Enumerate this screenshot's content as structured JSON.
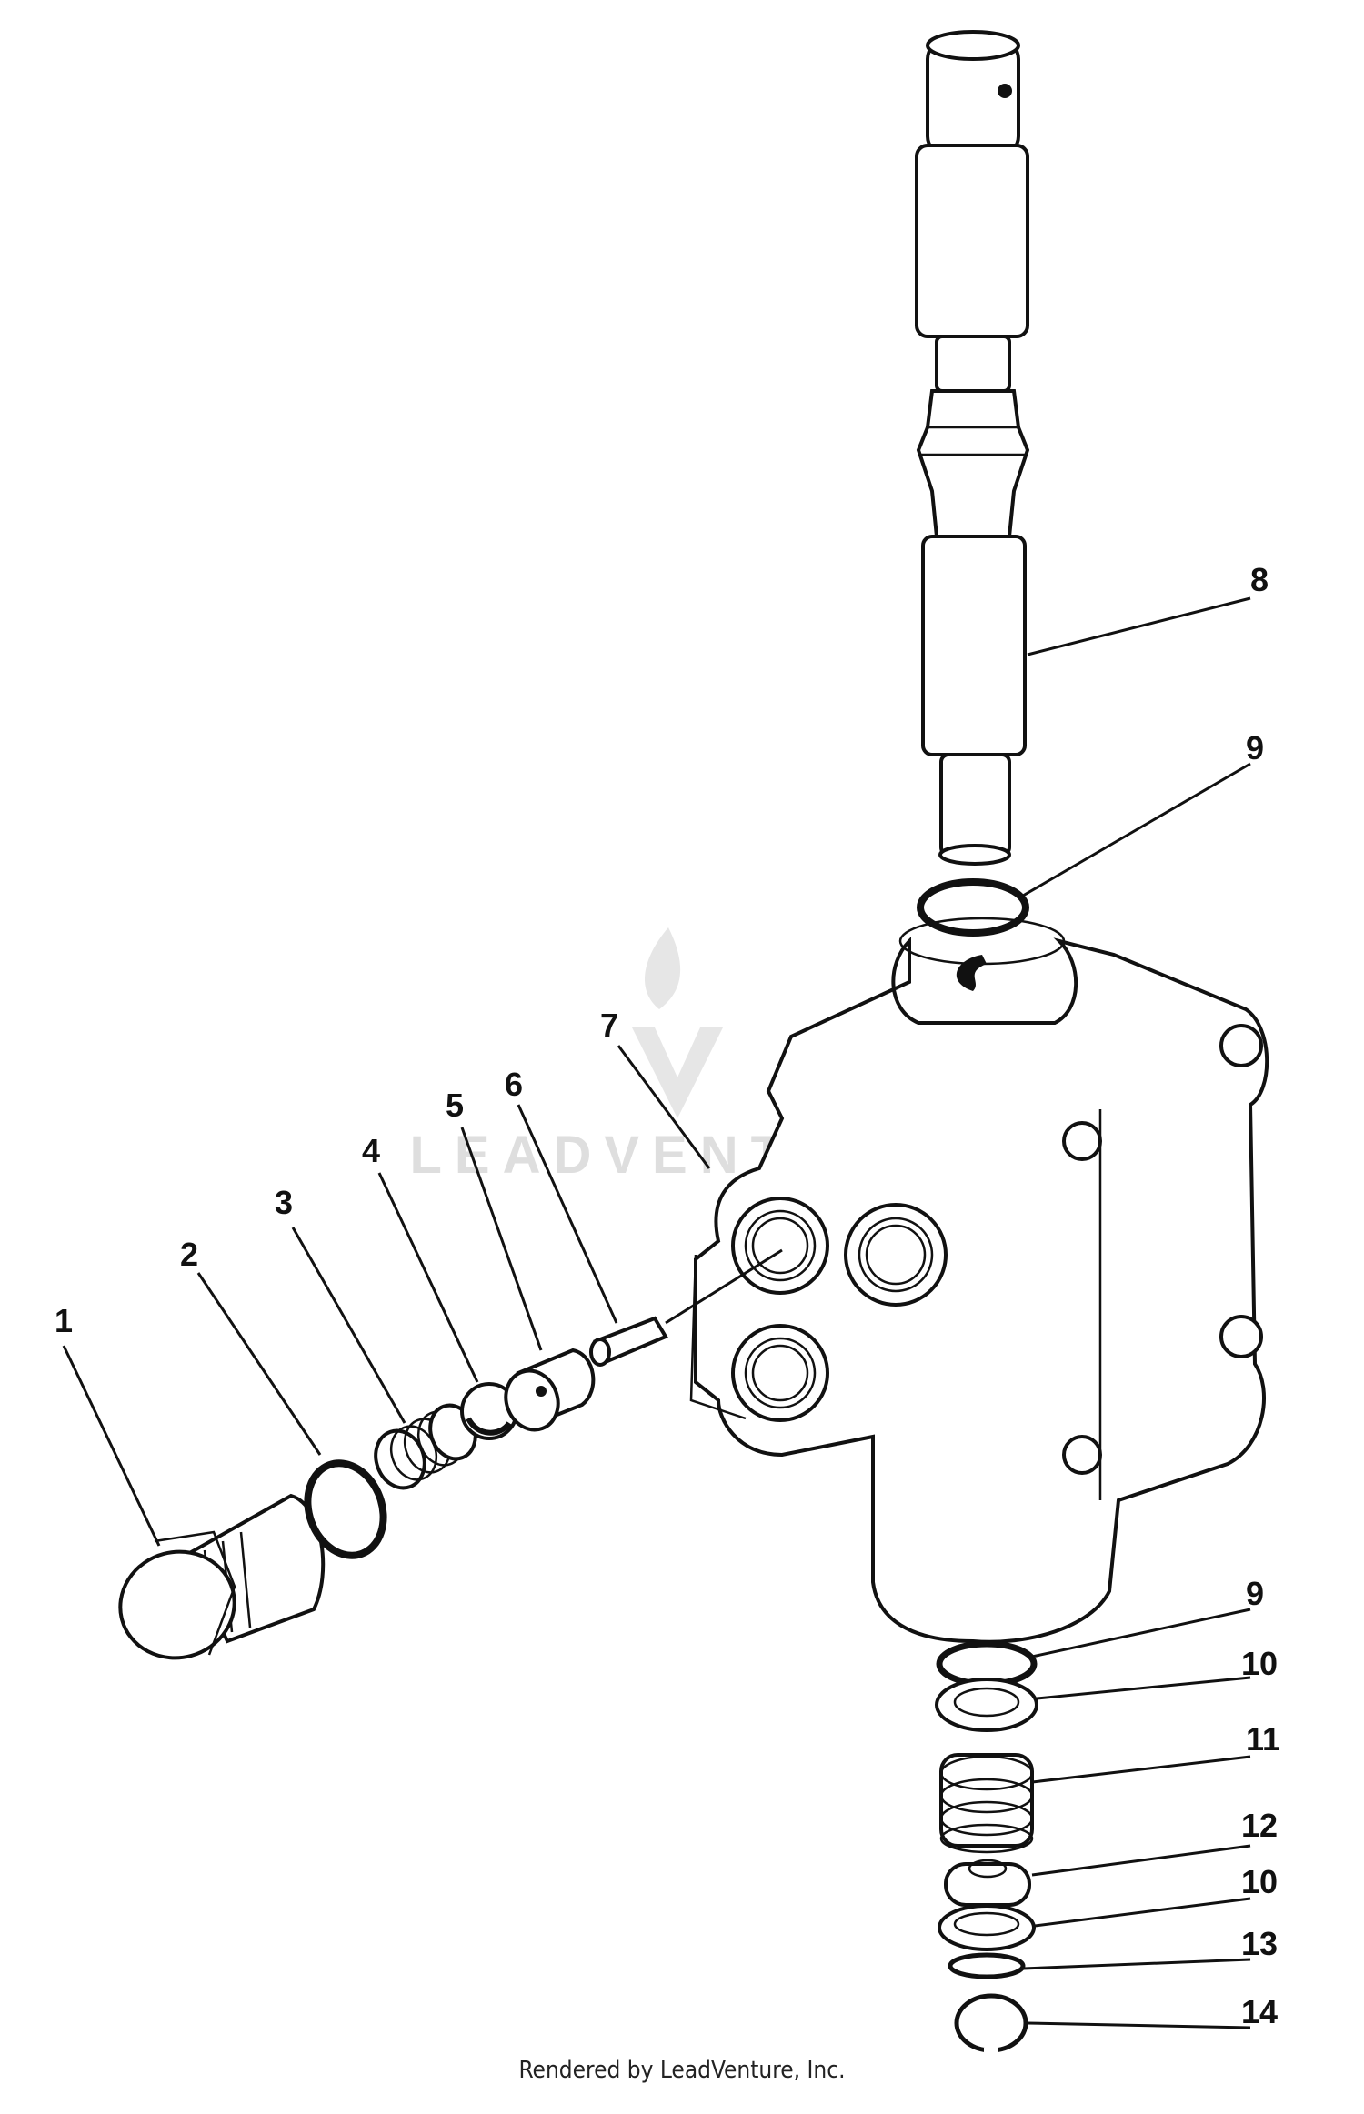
{
  "watermark": {
    "text": "LEADVENTURE"
  },
  "footer": {
    "text": "Rendered by LeadVenture, Inc."
  },
  "callouts": [
    {
      "id": "c1",
      "label": "1"
    },
    {
      "id": "c2",
      "label": "2"
    },
    {
      "id": "c3",
      "label": "3"
    },
    {
      "id": "c4",
      "label": "4"
    },
    {
      "id": "c5",
      "label": "5"
    },
    {
      "id": "c6",
      "label": "6"
    },
    {
      "id": "c7",
      "label": "7"
    },
    {
      "id": "c8",
      "label": "8"
    },
    {
      "id": "c9a",
      "label": "9"
    },
    {
      "id": "c9b",
      "label": "9"
    },
    {
      "id": "c10a",
      "label": "10"
    },
    {
      "id": "c11",
      "label": "11"
    },
    {
      "id": "c12",
      "label": "12"
    },
    {
      "id": "c10b",
      "label": "10"
    },
    {
      "id": "c13",
      "label": "13"
    },
    {
      "id": "c14",
      "label": "14"
    }
  ]
}
